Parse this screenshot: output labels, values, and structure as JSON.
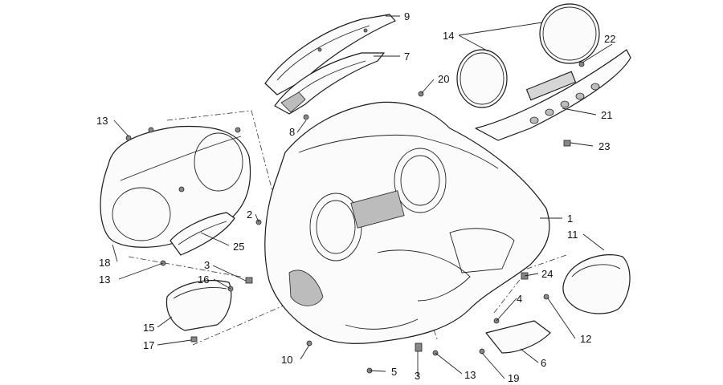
{
  "callouts": [
    {
      "id": "c1",
      "label": "1"
    },
    {
      "id": "c2",
      "label": "2"
    },
    {
      "id": "c3a",
      "label": "3"
    },
    {
      "id": "c3b",
      "label": "3"
    },
    {
      "id": "c4",
      "label": "4"
    },
    {
      "id": "c5",
      "label": "5"
    },
    {
      "id": "c6",
      "label": "6"
    },
    {
      "id": "c7",
      "label": "7"
    },
    {
      "id": "c8",
      "label": "8"
    },
    {
      "id": "c9",
      "label": "9"
    },
    {
      "id": "c10",
      "label": "10"
    },
    {
      "id": "c11",
      "label": "11"
    },
    {
      "id": "c12",
      "label": "12"
    },
    {
      "id": "c13a",
      "label": "13"
    },
    {
      "id": "c13b",
      "label": "13"
    },
    {
      "id": "c13c",
      "label": "13"
    },
    {
      "id": "c14",
      "label": "14"
    },
    {
      "id": "c15",
      "label": "15"
    },
    {
      "id": "c16",
      "label": "16"
    },
    {
      "id": "c17",
      "label": "17"
    },
    {
      "id": "c18",
      "label": "18"
    },
    {
      "id": "c19",
      "label": "19"
    },
    {
      "id": "c20",
      "label": "20"
    },
    {
      "id": "c21",
      "label": "21"
    },
    {
      "id": "c22",
      "label": "22"
    },
    {
      "id": "c23",
      "label": "23"
    },
    {
      "id": "c24",
      "label": "24"
    },
    {
      "id": "c25",
      "label": "25"
    }
  ]
}
